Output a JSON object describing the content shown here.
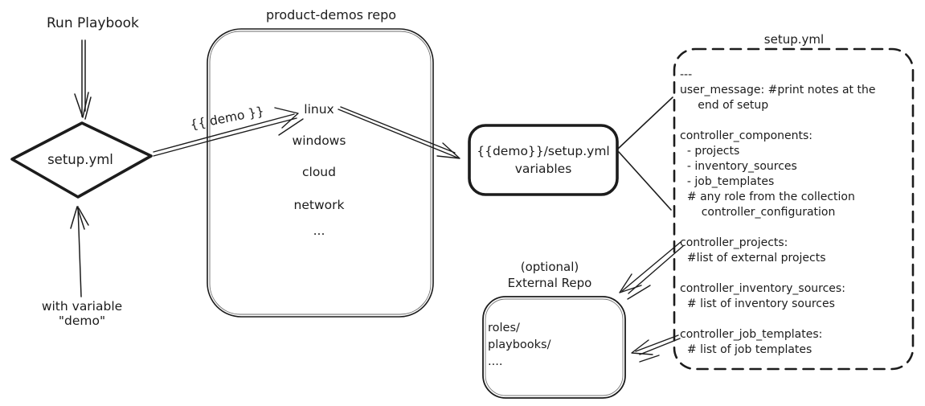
{
  "canvas": {
    "background": "#ffffff",
    "ink": "#1c1c1c"
  },
  "run_playbook": {
    "label": "Run Playbook"
  },
  "setup_diamond": {
    "label": "setup.yml"
  },
  "with_variable": {
    "line1": "with variable",
    "line2": "\"demo\""
  },
  "demo_arrow": {
    "label": "{{ demo }}"
  },
  "product_demos_repo": {
    "title": "product-demos repo",
    "items": [
      "linux",
      "windows",
      "cloud",
      "network",
      "..."
    ]
  },
  "variables_box": {
    "line1": "{{demo}}/setup.yml",
    "line2": "variables"
  },
  "setup_yml_file": {
    "title": "setup.yml",
    "lines": [
      "---",
      "user_message: #print notes at the",
      "     end of setup",
      "",
      "controller_components:",
      "  - projects",
      "  - inventory_sources",
      "  - job_templates",
      "  # any role from the collection",
      "      controller_configuration",
      "",
      "controller_projects:",
      "  #list of external projects",
      "",
      "controller_inventory_sources:",
      "  # list of inventory sources",
      "",
      "controller_job_templates:",
      "  # list of job templates"
    ]
  },
  "external_repo": {
    "label_line1": "(optional)",
    "label_line2": "External Repo",
    "lines": [
      "roles/",
      "playbooks/",
      "...."
    ]
  }
}
